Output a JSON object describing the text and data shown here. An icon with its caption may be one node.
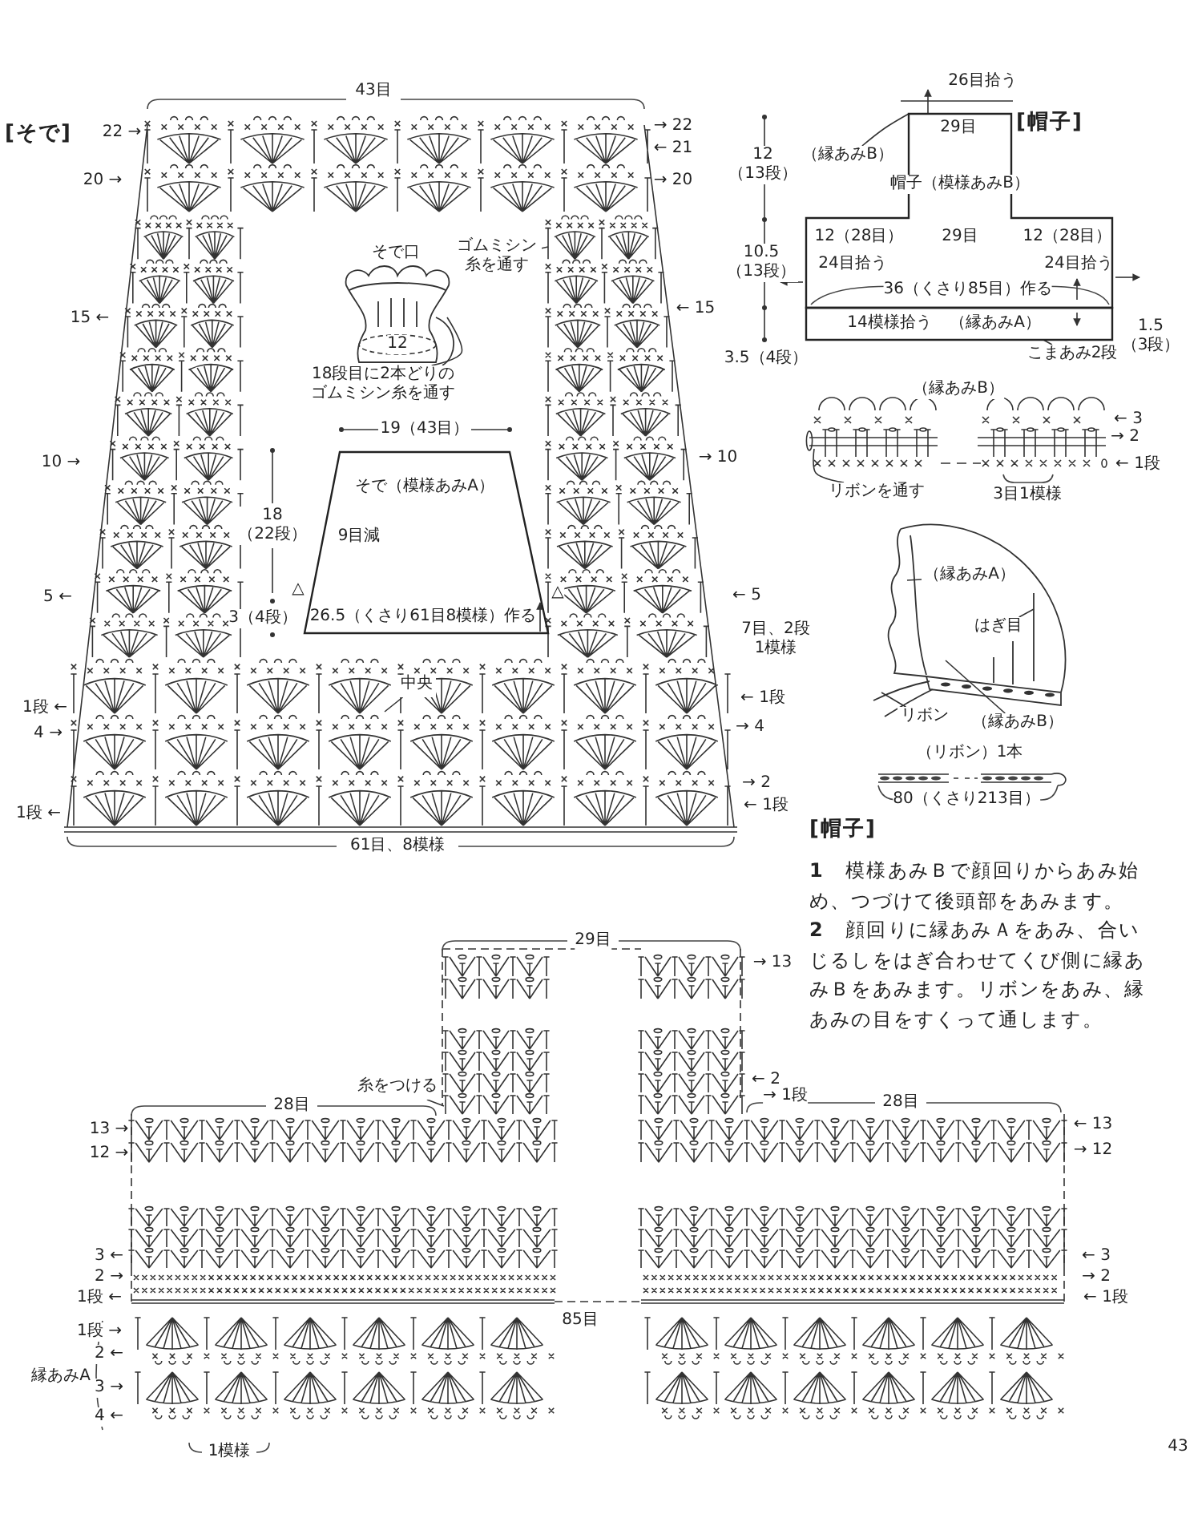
{
  "diagram": {
    "nodes": [
      {
        "text": [
          "ゴムミシン糸を通す"
        ]
      },
      {
        "text": [
          "中央"
        ]
      },
      {
        "text": [
          "18段目に2本どりのゴムミシン糸を通す"
        ]
      },
      {
        "text": [
          "そで（模様あみA）"
        ]
      },
      {
        "text": [
          "帽子（模様あみB）"
        ]
      },
      {
        "text": [
          "14模様拾う",
          "（縁あみA）"
        ]
      },
      {
        "text": [
          "（縁あみB）"
        ]
      },
      {
        "text": [
          "こまあみ2段"
        ]
      },
      {
        "text": [
          "リボンを通す"
        ]
      },
      {
        "text": [
          "（縁あみA）"
        ]
      },
      {
        "text": [
          "はぎ目"
        ]
      },
      {
        "text": [
          "リボン"
        ]
      },
      {
        "text": [
          "（縁あみB）"
        ]
      },
      {
        "text": [
          "糸をつける"
        ]
      }
    ],
    "edges": [
      {
        "from": 0,
        "to": null,
        "arrow": "none"
      },
      {
        "from": 1,
        "to": null,
        "arrow": "none"
      },
      {
        "from": 2,
        "to": null,
        "arrow": "none"
      },
      {
        "from": 6,
        "to": 4,
        "arrow": "none"
      },
      {
        "from": 7,
        "to": 5,
        "arrow": "none"
      },
      {
        "from": 8,
        "to": null,
        "arrow": "none"
      },
      {
        "from": 9,
        "to": null,
        "arrow": "none"
      },
      {
        "from": 10,
        "to": null,
        "arrow": "none"
      },
      {
        "from": 11,
        "to": null,
        "arrow": "none"
      },
      {
        "from": 12,
        "to": null,
        "arrow": "none"
      },
      {
        "from": 13,
        "to": null,
        "arrow": "none"
      }
    ],
    "labels": [
      "[そで]",
      "43目",
      "22 →",
      "20 →",
      "15 ←",
      "10 →",
      "5 ←",
      "1段 ←",
      "4 →",
      "1段 ←",
      "→ 22",
      "← 21",
      "→ 20",
      "← 15",
      "→ 10",
      "← 5",
      "7目、2段 1模様",
      "← 1段",
      "→ 4",
      "→ 2",
      "← 1段",
      "61目、8模様",
      "そで口",
      "12",
      "19（43目）",
      "18（22段）",
      "9目減",
      "3（4段）",
      "△",
      "26.5（くさり61目8模様）作る",
      "△",
      "26目拾う",
      "[帽子]",
      "29目",
      "12（13段）",
      "12（28目）",
      "29目",
      "12（28目）",
      "10.5（13段）",
      "24目拾う",
      "24目拾う",
      "36（くさり85目）作る",
      "1.5（3段）",
      "3.5（4段）",
      "（縁あみB）",
      "← 3",
      "→ 2",
      "← 1段",
      "3目1模様",
      "（リボン）1本",
      "80（くさり213目）",
      "29目",
      "→ 13",
      "28目",
      "← 2",
      "→ 1段",
      "28目",
      "13 →",
      "12 →",
      "← 13",
      "→ 12",
      "3 ←",
      "2 →",
      "1段 ←",
      "← 3",
      "→ 2",
      "← 1段",
      "85目",
      "1段 →",
      "2 ←",
      "縁あみA",
      "3 →",
      "4 ←",
      "1模様",
      "43",
      "[帽子]",
      "**1**　模様あみＢで顔回りからあみ始め、つづけて後頭部をあみます。",
      "**2**　顔回りに縁あみＡをあみ、合いじるしをはぎ合わせてくび側に縁あみＢをあみます。リボンをあみ、縁あみの目をすくって通します。"
    ]
  }
}
